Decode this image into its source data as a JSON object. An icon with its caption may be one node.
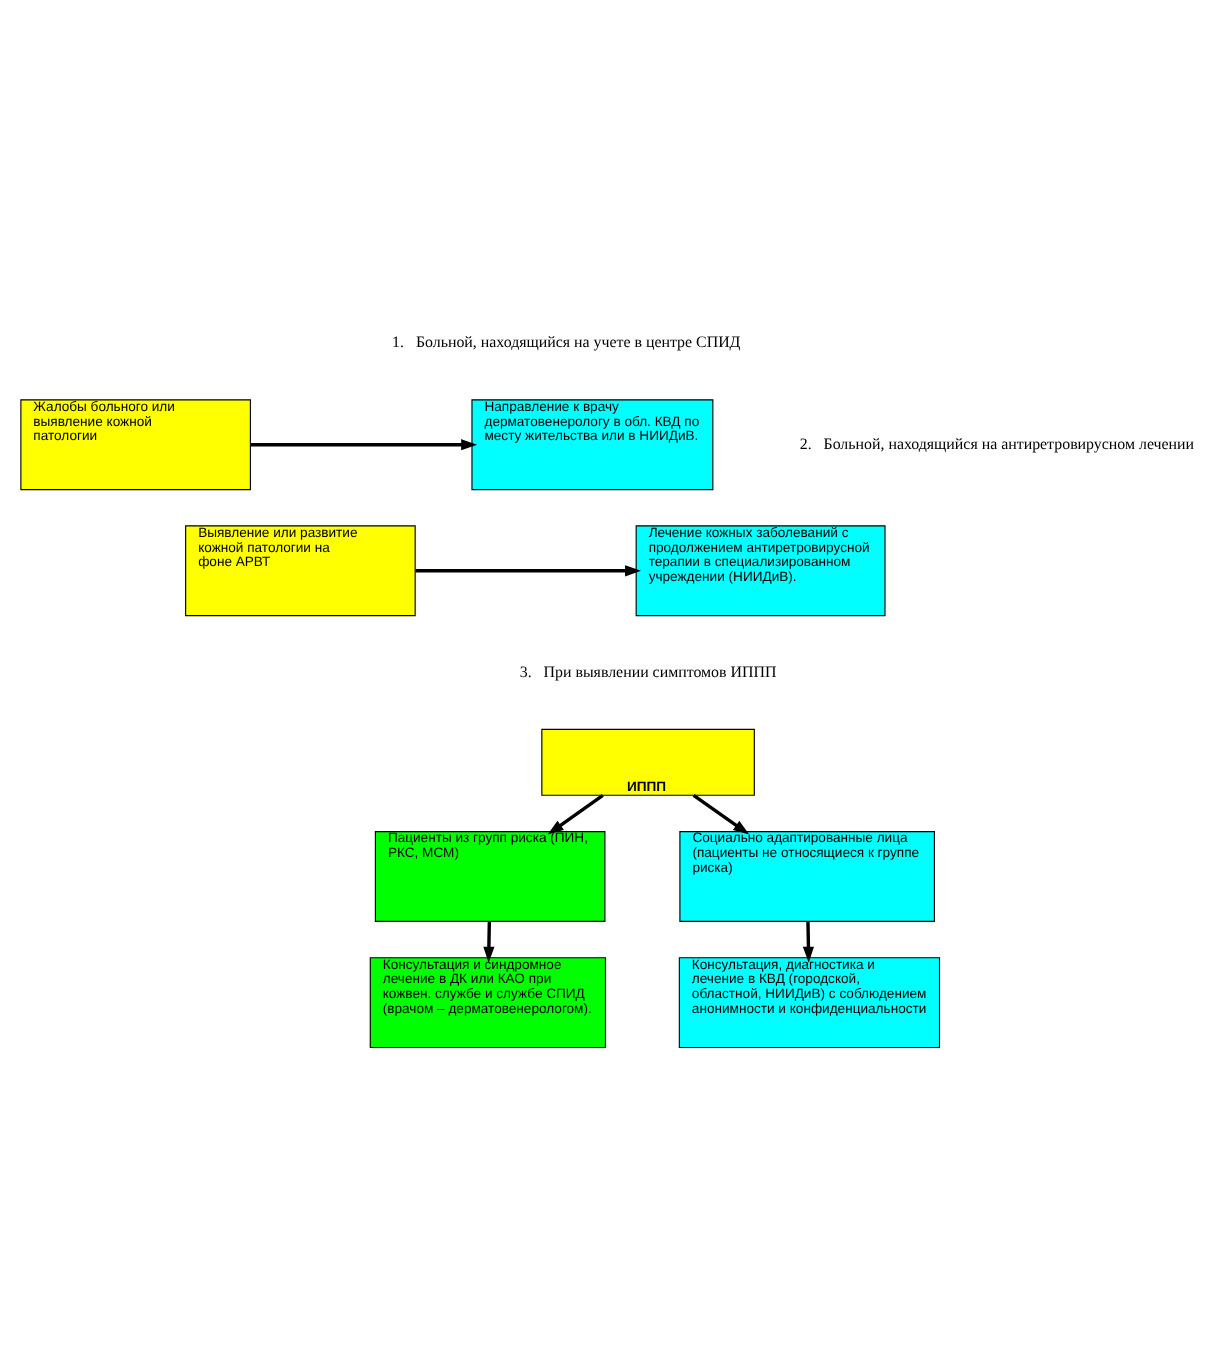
{
  "diagram": {
    "nodes": [
      {
        "text": [
          "Жалобы больного или выявление кожной патологии"
        ]
      },
      {
        "text": [
          "Направление к врачу дерматовенерологу в обл. КВД по месту жительства или в НИИДиВ."
        ]
      },
      {
        "text": [
          "Выявление или развитие кожной патологии на фоне АРВТ"
        ]
      },
      {
        "text": [
          "Лечение кожных заболеваний с продолжением антиретровирусной терапии в специализированном учреждении (НИИДиВ)."
        ]
      },
      {
        "text": [
          "ИППП"
        ]
      },
      {
        "text": [
          "Пациенты из групп риска (ПИН, РКС, МСМ)"
        ]
      },
      {
        "text": [
          "Социально адаптированные лица (пациенты не относящиеся к группе риска)"
        ]
      },
      {
        "text": [
          "Консультация и синдромное лечение в ДК или КАО при кожвен. службе и службе СПИД (врачом – дерматовенерологом)."
        ]
      },
      {
        "text": [
          "Консультация, диагностика и лечение в КВД (городской, областной, НИИДиВ) с соблюдением анонимности и конфиденциальности"
        ]
      }
    ],
    "edges": [
      {
        "from": 0,
        "to": 1,
        "arrow": "to"
      },
      {
        "from": 2,
        "to": 3,
        "arrow": "to"
      },
      {
        "from": 4,
        "to": 5,
        "arrow": "to"
      },
      {
        "from": 4,
        "to": 6,
        "arrow": "to"
      },
      {
        "from": 5,
        "to": 7,
        "arrow": "to"
      },
      {
        "from": 6,
        "to": 8,
        "arrow": "to"
      }
    ],
    "labels": [
      "1.   Больной, находящийся на учете в центре СПИД",
      "2.   Больной, находящийся на антиретровирусном лечении",
      "3.   При выявлении симптомов ИППП"
    ]
  }
}
